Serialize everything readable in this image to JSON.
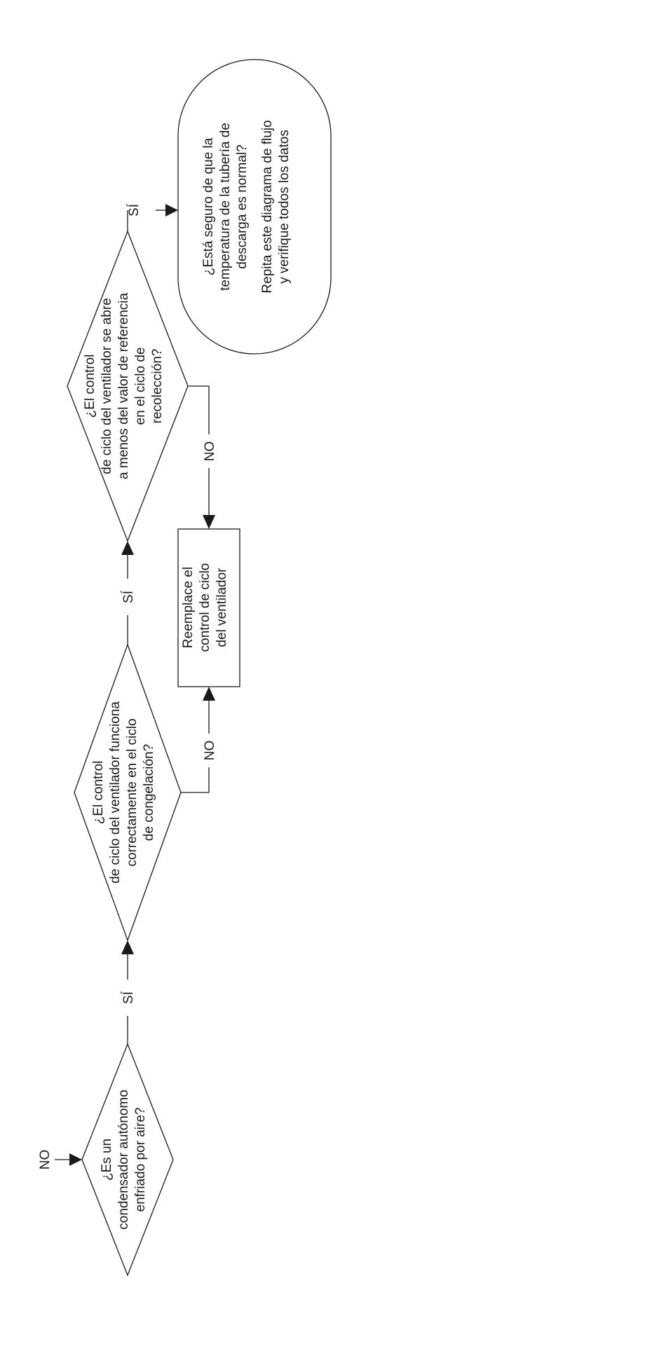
{
  "decisions": {
    "air_cooled": {
      "lines": [
        "¿Es un",
        "condensador autónomo",
        "enfriado por aire?"
      ]
    },
    "fan_cycle_freeze": {
      "lines": [
        "¿El control",
        "de ciclo del ventilador funciona",
        "correctamente en el ciclo",
        "de congelación?"
      ]
    },
    "fan_cycle_harvest": {
      "lines": [
        "¿El control",
        "de ciclo del ventilador se abre",
        "a menos del valor de referencia",
        "en el ciclo de",
        "recolección?"
      ]
    }
  },
  "process": {
    "replace_fan_control": {
      "lines": [
        "Reemplace el",
        "control de ciclo",
        "del ventilador"
      ]
    }
  },
  "terminal": {
    "check_discharge": {
      "lines": [
        "¿Está seguro de que la",
        "temperatura de la tubería de",
        "descarga es normal?",
        "",
        "Repita este diagrama de flujo",
        "y verifique todos los datos"
      ]
    }
  },
  "labels": {
    "no_entry": "NO",
    "yes_1": "SÍ",
    "yes_2": "SÍ",
    "yes_3": "SÍ",
    "no_1": "NO",
    "no_2": "NO"
  }
}
